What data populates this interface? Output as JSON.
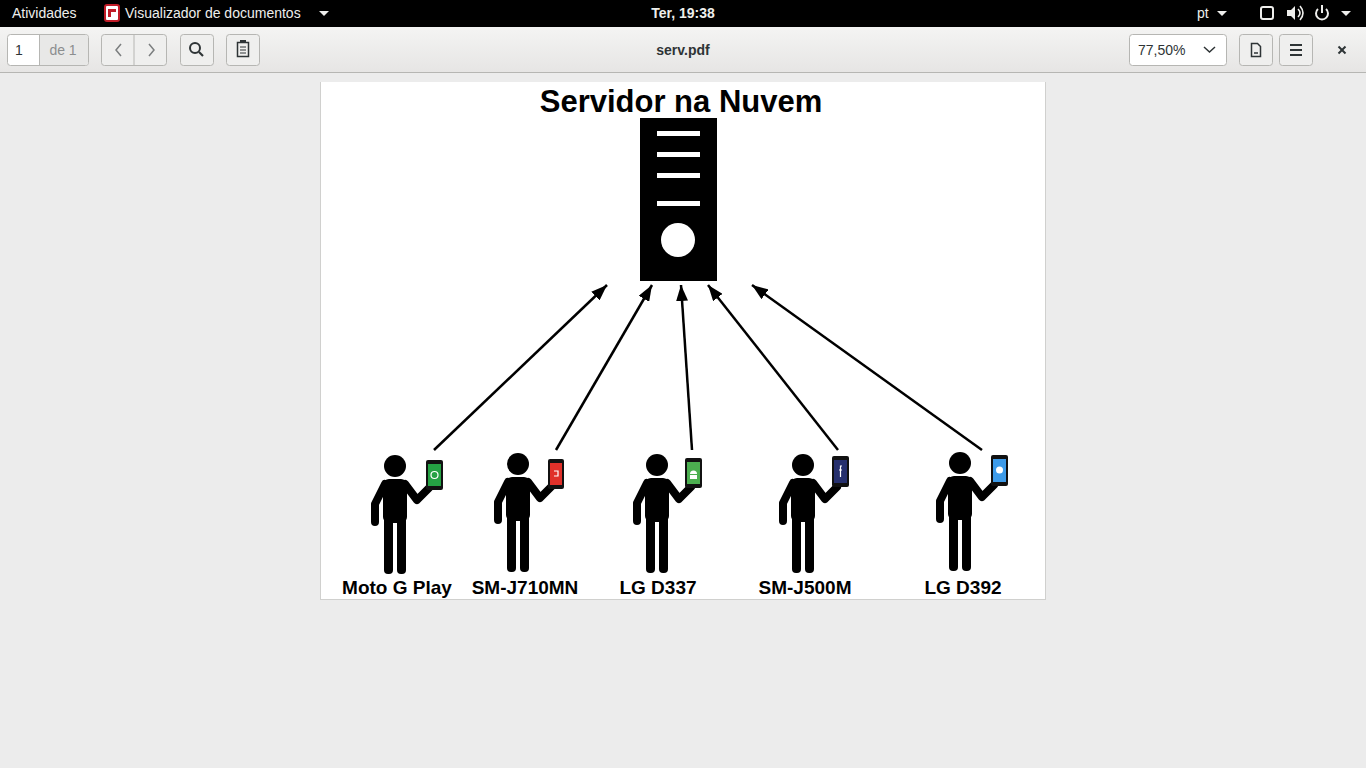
{
  "diagram": {
    "nodes": [
      {
        "text": [
          "Servidor na Nuvem"
        ]
      },
      {
        "text": [
          "Moto G Play"
        ]
      },
      {
        "text": [
          "SM-J710MN"
        ]
      },
      {
        "text": [
          "LG D337"
        ]
      },
      {
        "text": [
          "SM-J500M"
        ]
      },
      {
        "text": [
          "LG D392"
        ]
      }
    ],
    "edges": [
      {
        "from": 1,
        "to": 0,
        "arrow": "to"
      },
      {
        "from": 2,
        "to": 0,
        "arrow": "to"
      },
      {
        "from": 3,
        "to": 0,
        "arrow": "to"
      },
      {
        "from": 4,
        "to": 0,
        "arrow": "to"
      },
      {
        "from": 5,
        "to": 0,
        "arrow": "to"
      }
    ],
    "labels": [
      "Atividades",
      "Visualizador de documentos",
      "Ter, 19:38",
      "pt",
      "1",
      "de 1",
      "serv.pdf",
      "77,50%"
    ]
  }
}
